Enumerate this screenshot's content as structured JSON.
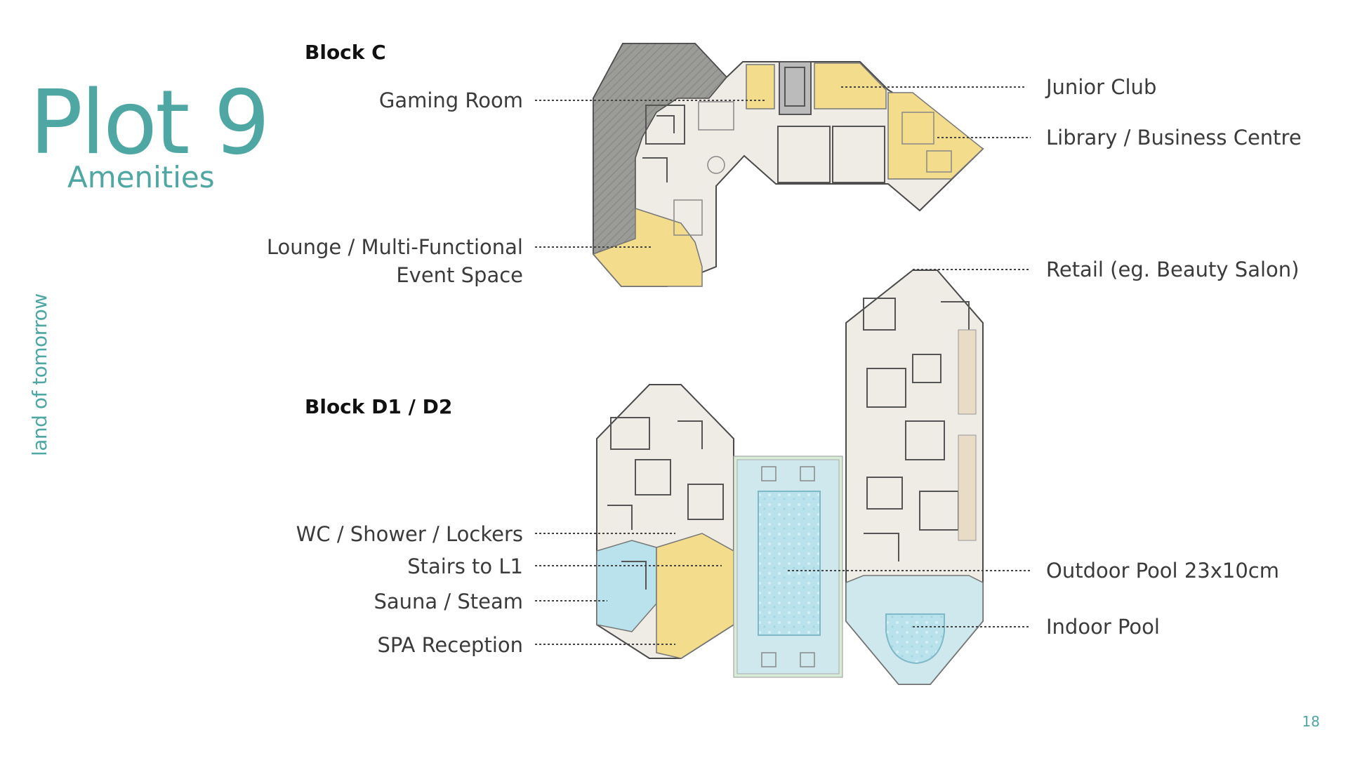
{
  "header": {
    "title": "Plot 9",
    "subtitle": "Amenities"
  },
  "brand": "land of tomorrow",
  "blocks": {
    "c": "Block C",
    "d": "Block D1 / D2"
  },
  "labels": {
    "gaming_room": "Gaming Room",
    "lounge_line1": "Lounge / Multi-Functional",
    "lounge_line2": "Event Space",
    "junior_club": "Junior Club",
    "library": "Library / Business Centre",
    "retail": "Retail (eg. Beauty Salon)",
    "wc": "WC / Shower / Lockers",
    "stairs": "Stairs to L1",
    "sauna": "Sauna / Steam",
    "spa": "SPA Reception",
    "outdoor_pool": "Outdoor Pool 23x10cm",
    "indoor_pool": "Indoor Pool"
  },
  "page_number": "18",
  "colors": {
    "accent": "#4fa7a3",
    "amenity_fill": "#f3dc8c",
    "water": "#b9e2ec",
    "floor": "#efece6",
    "wall": "#555555"
  }
}
